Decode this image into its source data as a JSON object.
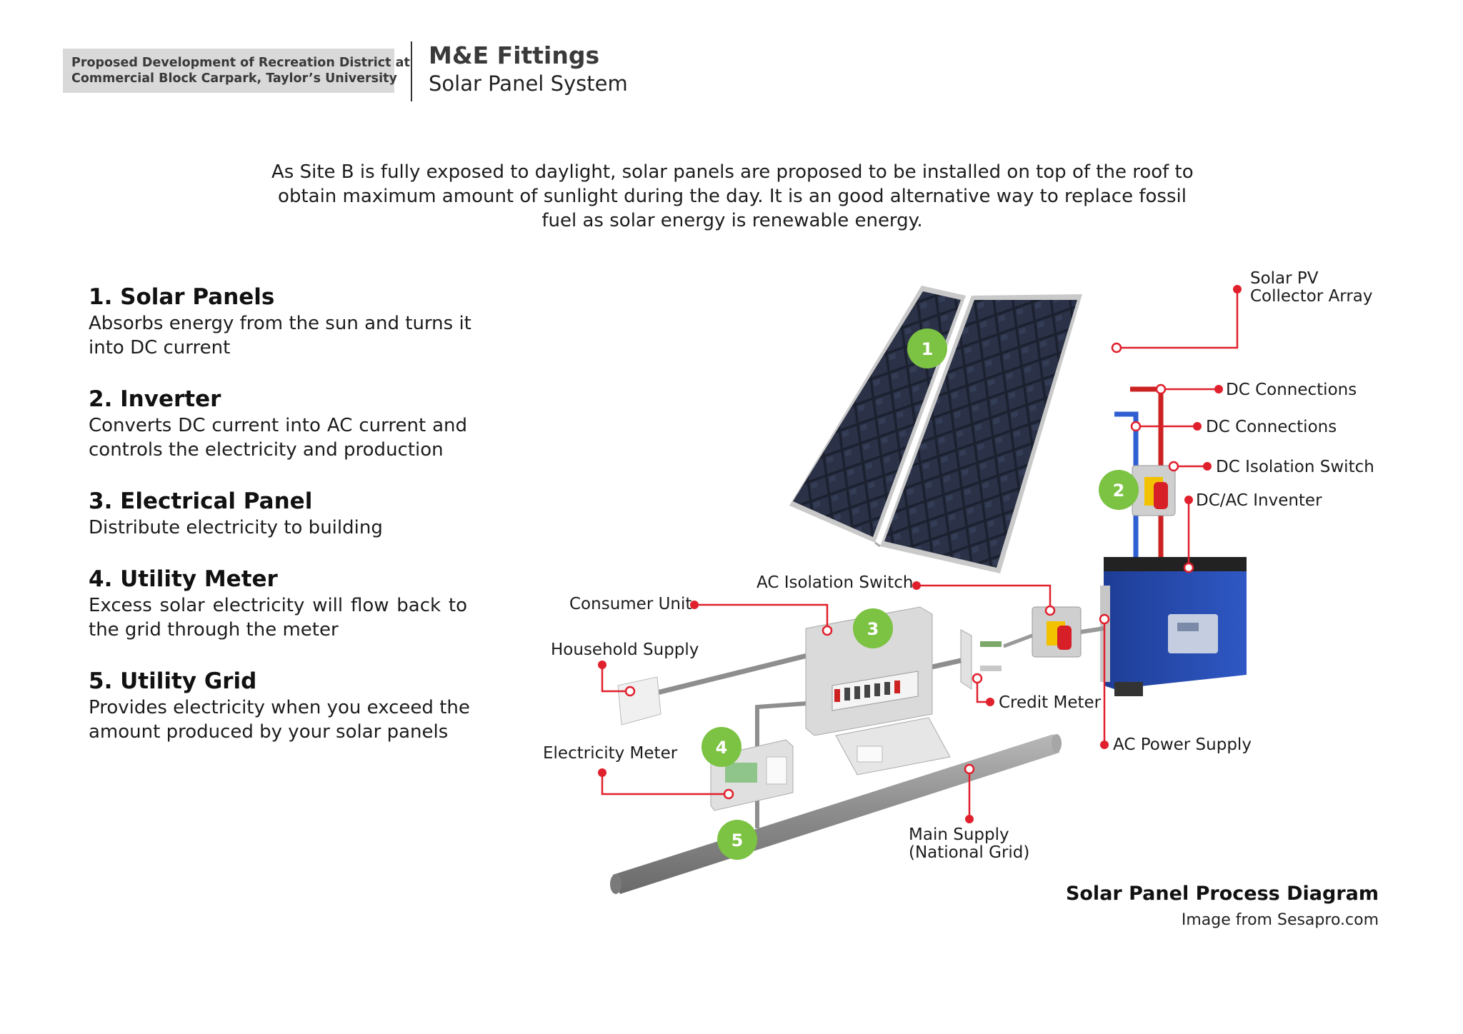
{
  "header": {
    "project_line1": "Proposed Development of Recreation District at",
    "project_line2": "Commercial Block Carpark, Taylor’s University",
    "title": "M&E Fittings",
    "subtitle": "Solar Panel System"
  },
  "intro": {
    "line1": "As Site B is fully exposed to daylight, solar panels are proposed to be installed on top of the roof to",
    "line2": "obtain maximum amount of sunlight during the day. It is an good alternative way to replace fossil",
    "line3": "fuel as solar energy is renewable energy."
  },
  "items": [
    {
      "title": "1. Solar Panels",
      "desc": [
        "Absorbs energy from the sun and turns it",
        "into DC current"
      ]
    },
    {
      "title": "2. Inverter",
      "desc": [
        "Converts DC current into AC current and",
        "controls the electricity and production"
      ]
    },
    {
      "title": "3. Electrical Panel",
      "desc": [
        "Distribute electricity to building"
      ]
    },
    {
      "title": "4. Utility Meter",
      "desc": [
        "Excess solar electricity will flow back to",
        "the grid through the meter"
      ]
    },
    {
      "title": "5. Utility Grid",
      "desc": [
        "Provides electricity when you exceed the",
        "amount produced by your solar panels"
      ]
    }
  ],
  "diagram": {
    "labels": {
      "solar_pv_1": "Solar PV",
      "solar_pv_2": "Collector Array",
      "dc_connections_a": "DC Connections",
      "dc_connections_b": "DC Connections",
      "dc_isolation_switch": "DC Isolation Switch",
      "dc_ac_inverter": "DC/AC Inventer",
      "ac_isolation_switch": "AC Isolation Switch",
      "consumer_unit": "Consumer Unit",
      "household_supply": "Household Supply",
      "credit_meter": "Credit Meter",
      "ac_power_supply": "AC Power Supply",
      "electricity_meter": "Electricity Meter",
      "main_supply_1": "Main Supply",
      "main_supply_2": "(National Grid)"
    },
    "badges": [
      "1",
      "2",
      "3",
      "4",
      "5"
    ],
    "colors": {
      "badge": "#7cc243",
      "callout": "#e0202d",
      "inverter": "#2447a6",
      "panel": "#1f2433",
      "dc_positive": "#cc2222",
      "dc_negative": "#2f5fd0"
    }
  },
  "caption": {
    "title": "Solar Panel Process Diagram",
    "credit": "Image from Sesapro.com"
  }
}
